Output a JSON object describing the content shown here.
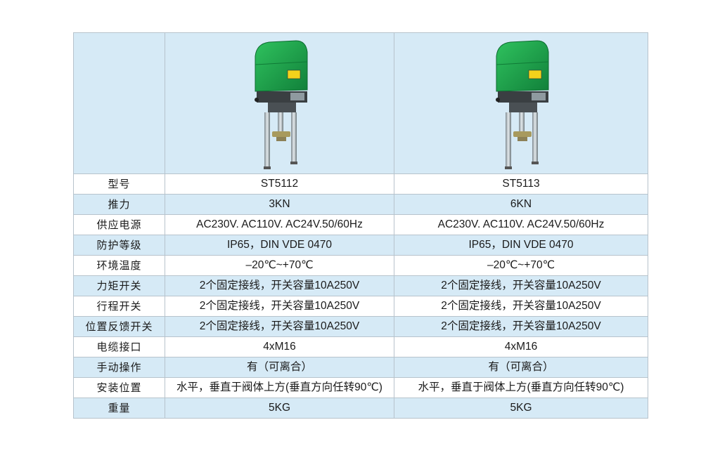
{
  "colors": {
    "row_blue": "#d6eaf6",
    "row_white": "#ffffff",
    "border": "#b7c3cc",
    "housing_green": "#1ea24a"
  },
  "products": [
    {
      "image_icon": "electric-actuator-photo"
    },
    {
      "image_icon": "electric-actuator-photo"
    }
  ],
  "rows": [
    {
      "label": "型号",
      "values": [
        "ST5112",
        "ST5113"
      ]
    },
    {
      "label": "推力",
      "values": [
        "3KN",
        "6KN"
      ]
    },
    {
      "label": "供应电源",
      "values": [
        "AC230V. AC110V. AC24V.50/60Hz",
        "AC230V. AC110V. AC24V.50/60Hz"
      ]
    },
    {
      "label": "防护等级",
      "values": [
        "IP65，DIN VDE 0470",
        "IP65，DIN VDE 0470"
      ]
    },
    {
      "label": "环境温度",
      "values": [
        "–20℃~+70℃",
        "–20℃~+70℃"
      ]
    },
    {
      "label": "力矩开关",
      "values": [
        "2个固定接线，开关容量10A250V",
        "2个固定接线，开关容量10A250V"
      ]
    },
    {
      "label": "行程开关",
      "values": [
        "2个固定接线，开关容量10A250V",
        "2个固定接线，开关容量10A250V"
      ]
    },
    {
      "label": "位置反馈开关",
      "values": [
        "2个固定接线，开关容量10A250V",
        "2个固定接线，开关容量10A250V"
      ]
    },
    {
      "label": "电缆接口",
      "values": [
        "4xM16",
        "4xM16"
      ]
    },
    {
      "label": "手动操作",
      "values": [
        "有（可离合）",
        "有（可离合）"
      ]
    },
    {
      "label": "安装位置",
      "values": [
        "水平，垂直于阀体上方(垂直方向任转90℃)",
        "水平，垂直于阀体上方(垂直方向任转90℃)"
      ]
    },
    {
      "label": "重量",
      "values": [
        "5KG",
        "5KG"
      ]
    }
  ]
}
